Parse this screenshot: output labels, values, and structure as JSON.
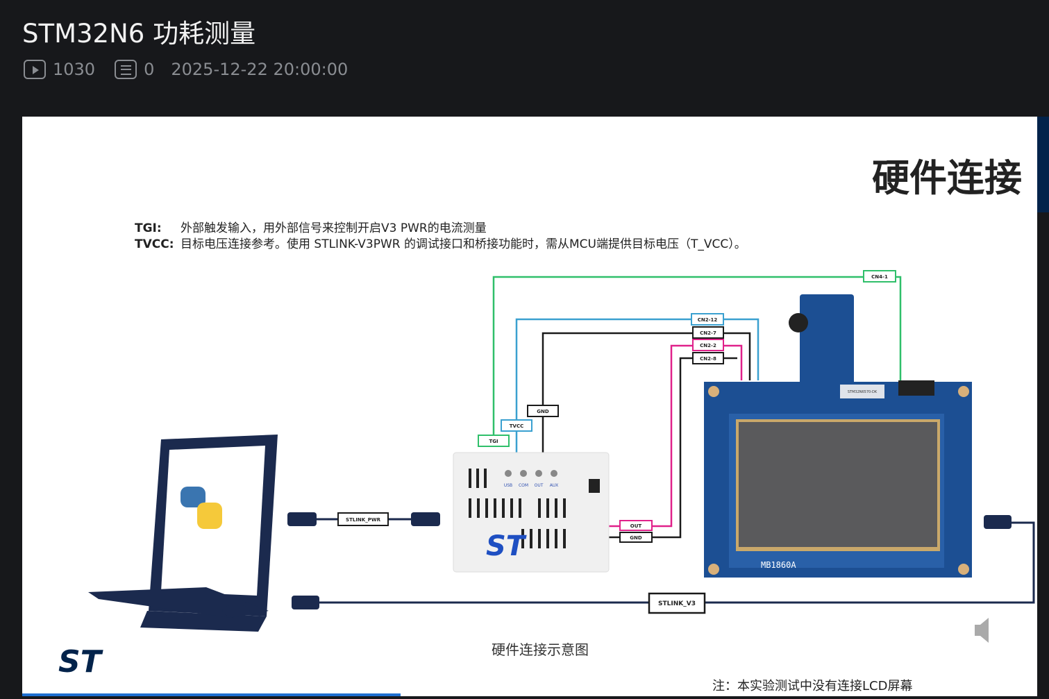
{
  "video": {
    "title": "STM32N6 功耗测量",
    "views": "1030",
    "comments": "0",
    "date": "2025-12-22 20:00:00",
    "progress": 0.373
  },
  "slide": {
    "title": "硬件连接",
    "tgi_label": "TGI:",
    "tgi_text": "外部触发输入，用外部信号来控制开启V3 PWR的电流测量",
    "tvcc_label": "TVCC:",
    "tvcc_text": "目标电压连接参考。使用 STLINK-V3PWR 的调试接口和桥接功能时，需从MCU端提供目标电压（T_VCC）。",
    "caption": "硬件连接示意图",
    "note": "注：本实验测试中没有连接LCD屏幕",
    "diagram": {
      "cn4_1": "CN4-1",
      "cn2_12": "CN2-12",
      "cn2_7": "CN2-7",
      "cn2_2": "CN2-2",
      "cn2_8": "CN2-8",
      "gnd_top": "GND",
      "tvcc": "TVCC",
      "tgi": "TGI",
      "out": "OUT",
      "gnd": "GND",
      "stlink_pwr": "STLINK_PWR",
      "stlink_v3": "STLINK_V3",
      "ports": [
        "USB",
        "COM",
        "OUT",
        "AUX"
      ],
      "board_label": "MB1860A",
      "board_sticker": "STM32N6570-DK"
    },
    "colors": {
      "green": "#2fbf6a",
      "blue": "#3aa0d0",
      "pink": "#e0218a",
      "black": "#1a1a1a",
      "navy": "#1b2a4e",
      "board": "#1c4f93"
    }
  }
}
